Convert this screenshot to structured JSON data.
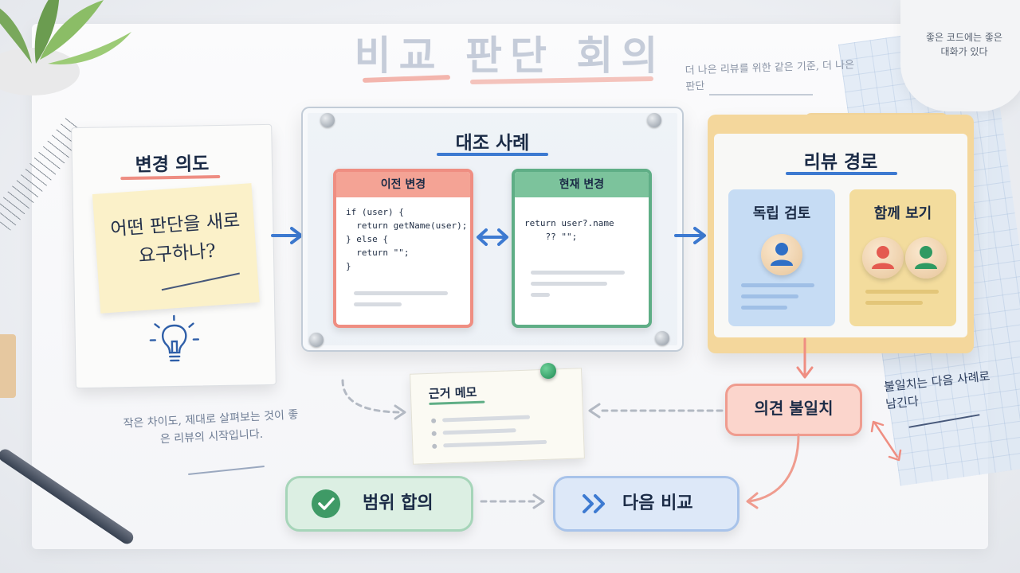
{
  "title": "비교 판단 회의",
  "top_note": "더 나은 리뷰를 위한 같은 기준, 더 나은 판단",
  "mug_note": "좋은 코드에는 좋은 대화가 있다",
  "intent": {
    "title": "변경 의도",
    "question": "어떤 판단을 새로 요구하나?"
  },
  "comparison": {
    "title": "대조 사례",
    "before": {
      "label": "이전 변경",
      "code": [
        "if (user) {",
        "  return getName(user);",
        "} else {",
        "  return \"\";",
        "}"
      ]
    },
    "after": {
      "label": "현재 변경",
      "code": [
        "return user?.name",
        "    ?? \"\";"
      ]
    }
  },
  "review_path": {
    "title": "리뷰 경로",
    "independent": "독립 검토",
    "together": "함께 보기"
  },
  "evidence_memo": {
    "title": "근거 메모"
  },
  "disagreement": {
    "label": "의견 불일치"
  },
  "side_note": "불일치는 다음 사례로 남긴다",
  "bottom_note": "작은 차이도, 제대로 살펴보는 것이 좋은 리뷰의 시작입니다.",
  "actions": {
    "scope_agreement": "범위 합의",
    "next_compare": "다음 비교"
  },
  "colors": {
    "accent_blue": "#3d7ad1",
    "accent_red": "#ef8e82",
    "accent_green": "#5fae86",
    "accent_yellow": "#f4d79c"
  },
  "icons": [
    "lightbulb-icon",
    "person-icon",
    "check-icon",
    "double-chevron-icon",
    "pushpin-icon"
  ]
}
